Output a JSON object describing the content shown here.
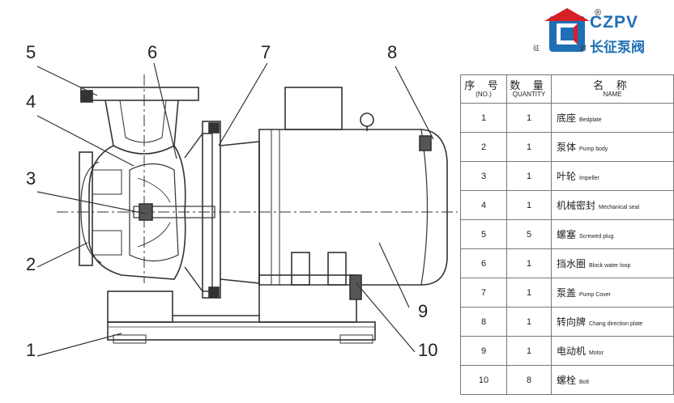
{
  "logo": {
    "brand": "CZPV",
    "registered": "®",
    "chinese": "长征泵阀",
    "small_left": "征",
    "small_right": "封"
  },
  "callouts": [
    "5",
    "4",
    "3",
    "2",
    "1",
    "6",
    "7",
    "8",
    "9",
    "10"
  ],
  "table": {
    "headers": [
      {
        "cn": "序 号",
        "en": "(NO.)"
      },
      {
        "cn": "数 量",
        "en": "QUANTITY"
      },
      {
        "cn": "名 称",
        "en": "NAME"
      }
    ],
    "rows": [
      {
        "no": "1",
        "qty": "1",
        "cn": "底座",
        "en": "Bedplate"
      },
      {
        "no": "2",
        "qty": "1",
        "cn": "泵体",
        "en": "Pump body"
      },
      {
        "no": "3",
        "qty": "1",
        "cn": "叶轮",
        "en": "Impeller"
      },
      {
        "no": "4",
        "qty": "1",
        "cn": "机械密封",
        "en": "Mechanical seal"
      },
      {
        "no": "5",
        "qty": "5",
        "cn": "螺塞",
        "en": "Screwed plug"
      },
      {
        "no": "6",
        "qty": "1",
        "cn": "挡水圈",
        "en": "Block water loop"
      },
      {
        "no": "7",
        "qty": "1",
        "cn": "泵盖",
        "en": "Pump Cover"
      },
      {
        "no": "8",
        "qty": "1",
        "cn": "转向牌",
        "en": "Chang direction plate"
      },
      {
        "no": "9",
        "qty": "1",
        "cn": "电动机",
        "en": "Motor"
      },
      {
        "no": "10",
        "qty": "8",
        "cn": "螺栓",
        "en": "Bolt"
      }
    ]
  }
}
